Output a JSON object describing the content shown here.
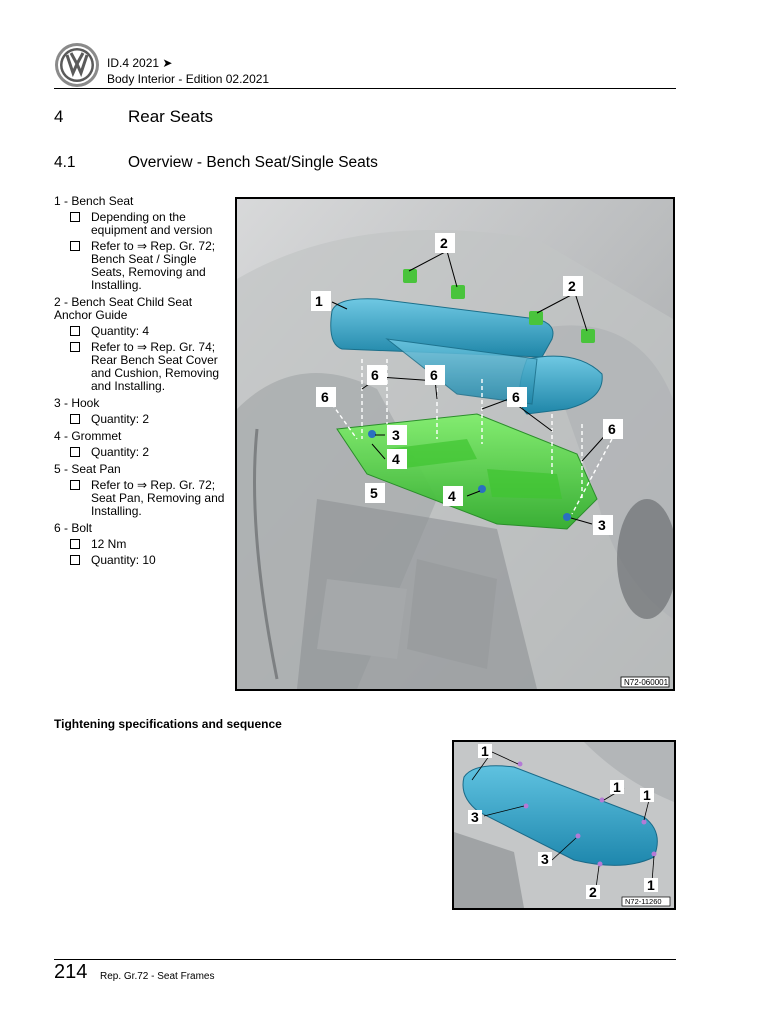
{
  "header": {
    "logo": "vw-logo",
    "line1": "ID.4 2021 ➤",
    "line2": "Body Interior - Edition 02.2021"
  },
  "chapter": {
    "number": "4",
    "title": "Rear Seats"
  },
  "section": {
    "number": "4.1",
    "title": "Overview - Bench Seat/Single Seats"
  },
  "legend": [
    {
      "title": "1 - Bench Seat",
      "items": [
        "Depending on the equipment and version",
        "Refer to ⇒ Rep. Gr. 72; Bench Seat / Single Seats, Removing and Installing."
      ]
    },
    {
      "title": "2 - Bench Seat Child Seat Anchor Guide",
      "items": [
        "Quantity: 4",
        "Refer to ⇒ Rep. Gr. 74; Rear Bench Seat Cover and Cushion, Removing and Installing."
      ]
    },
    {
      "title": "3 - Hook",
      "items": [
        "Quantity: 2"
      ]
    },
    {
      "title": "4 - Grommet",
      "items": [
        "Quantity: 2"
      ]
    },
    {
      "title": "5 - Seat Pan",
      "items": [
        "Refer to ⇒ Rep. Gr. 72; Seat Pan, Removing and Installing."
      ]
    },
    {
      "title": "6 - Bolt",
      "items": [
        "12 Nm",
        "Quantity: 10"
      ]
    }
  ],
  "figure1": {
    "code": "N72-060001",
    "callouts": [
      "1",
      "2",
      "2",
      "3",
      "3",
      "4",
      "4",
      "5",
      "6",
      "6",
      "6",
      "6",
      "6"
    ]
  },
  "tightening_title": "Tightening specifications and sequence",
  "figure2": {
    "code": "N72-11260",
    "callouts": [
      "1",
      "1",
      "1",
      "1",
      "2",
      "3",
      "3"
    ]
  },
  "footer": {
    "page": "214",
    "title": "Rep. Gr.72 - Seat Frames"
  },
  "colors": {
    "seat": "#3ba7c8",
    "pan": "#5fdc4a",
    "background": "#c9cbcc"
  }
}
